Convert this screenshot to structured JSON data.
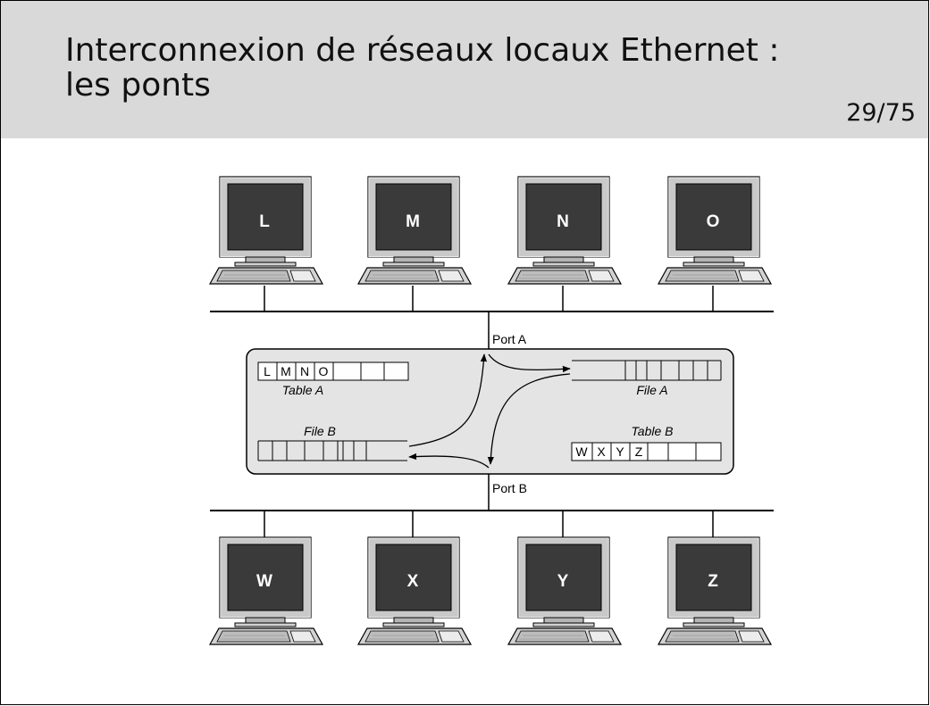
{
  "slide": {
    "title_line1": "Interconnexion de réseaux locaux Ethernet :",
    "title_line2": "les ponts",
    "page_number": "29/75"
  },
  "diagram": {
    "top_stations": [
      "L",
      "M",
      "N",
      "O"
    ],
    "bottom_stations": [
      "W",
      "X",
      "Y",
      "Z"
    ],
    "bridge": {
      "port_a": "Port A",
      "port_b": "Port B",
      "table_a_label": "Table A",
      "table_a_entries": [
        "L",
        "M",
        "N",
        "O",
        "",
        ""
      ],
      "table_b_label": "Table B",
      "table_b_entries": [
        "W",
        "X",
        "Y",
        "Z",
        "",
        ""
      ],
      "file_a_label": "File A",
      "file_b_label": "File B"
    }
  },
  "colors": {
    "header_bg": "#d9d9d9",
    "bridge_fill": "#e4e4e4",
    "monitor_body": "#c8c8c8",
    "screen": "#3a3a3a",
    "screen_text": "#ffffff"
  }
}
